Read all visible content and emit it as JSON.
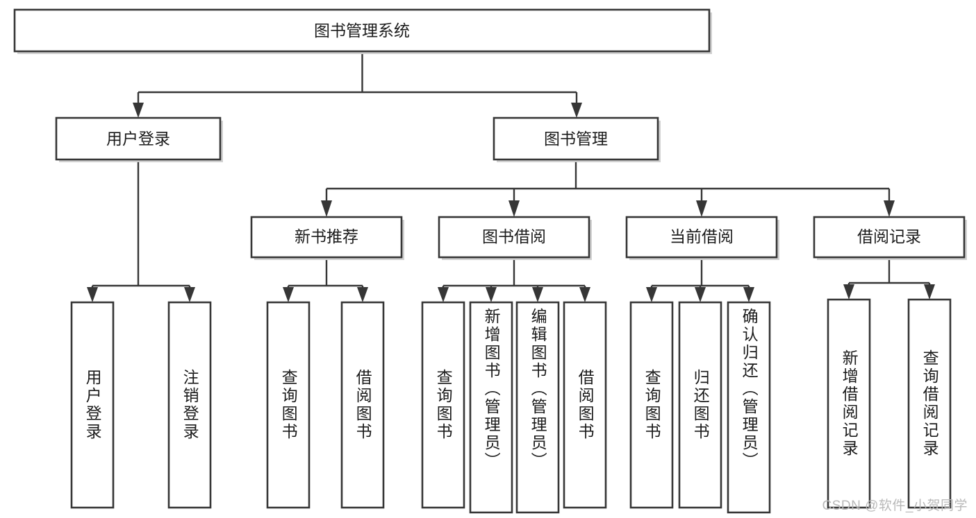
{
  "diagram": {
    "type": "hierarchy-tree",
    "title": "图书管理系统",
    "orientation": "top-down",
    "levels": 4,
    "root": {
      "id": "root",
      "label": "图书管理系统",
      "text_orientation": "horizontal"
    },
    "level2": [
      {
        "id": "user-login",
        "label": "用户登录",
        "text_orientation": "horizontal"
      },
      {
        "id": "book-management",
        "label": "图书管理",
        "text_orientation": "horizontal"
      }
    ],
    "level3": [
      {
        "id": "new-book-recommend",
        "label": "新书推荐",
        "parent": "book-management",
        "text_orientation": "horizontal"
      },
      {
        "id": "book-borrow",
        "label": "图书借阅",
        "parent": "book-management",
        "text_orientation": "horizontal"
      },
      {
        "id": "current-borrow",
        "label": "当前借阅",
        "parent": "book-management",
        "text_orientation": "horizontal"
      },
      {
        "id": "borrow-record",
        "label": "借阅记录",
        "parent": "book-management",
        "text_orientation": "horizontal"
      }
    ],
    "leaves": [
      {
        "id": "leaf-user-login",
        "label": "用户登录",
        "parent": "user-login",
        "text_orientation": "vertical"
      },
      {
        "id": "leaf-user-logout",
        "label": "注销登录",
        "parent": "user-login",
        "text_orientation": "vertical"
      },
      {
        "id": "leaf-query-book-rec",
        "label": "查询图书",
        "parent": "new-book-recommend",
        "text_orientation": "vertical"
      },
      {
        "id": "leaf-borrow-book-rec",
        "label": "借阅图书",
        "parent": "new-book-recommend",
        "text_orientation": "vertical"
      },
      {
        "id": "leaf-query-book-borrow",
        "label": "查询图书",
        "parent": "book-borrow",
        "text_orientation": "vertical"
      },
      {
        "id": "leaf-add-book",
        "label": "新增图书（管理员）",
        "parent": "book-borrow",
        "text_orientation": "vertical"
      },
      {
        "id": "leaf-edit-book",
        "label": "编辑图书（管理员）",
        "parent": "book-borrow",
        "text_orientation": "vertical"
      },
      {
        "id": "leaf-borrow-book",
        "label": "借阅图书",
        "parent": "book-borrow",
        "text_orientation": "vertical"
      },
      {
        "id": "leaf-query-book-current",
        "label": "查询图书",
        "parent": "current-borrow",
        "text_orientation": "vertical"
      },
      {
        "id": "leaf-return-book",
        "label": "归还图书",
        "parent": "current-borrow",
        "text_orientation": "vertical"
      },
      {
        "id": "leaf-confirm-return",
        "label": "确认归还（管理员）",
        "parent": "current-borrow",
        "text_orientation": "vertical"
      },
      {
        "id": "leaf-add-record",
        "label": "新增借阅记录",
        "parent": "borrow-record",
        "text_orientation": "vertical"
      },
      {
        "id": "leaf-query-record",
        "label": "查询借阅记录",
        "parent": "borrow-record",
        "text_orientation": "vertical"
      }
    ]
  },
  "watermark": {
    "text": "CSDN @软件_小贺同学"
  },
  "colors": {
    "stroke": "#363636",
    "fill": "#ffffff",
    "text": "#1b1b1b",
    "shadow": "#c9c9c9",
    "watermark": "#b9b9b9",
    "background": "#ffffff"
  }
}
